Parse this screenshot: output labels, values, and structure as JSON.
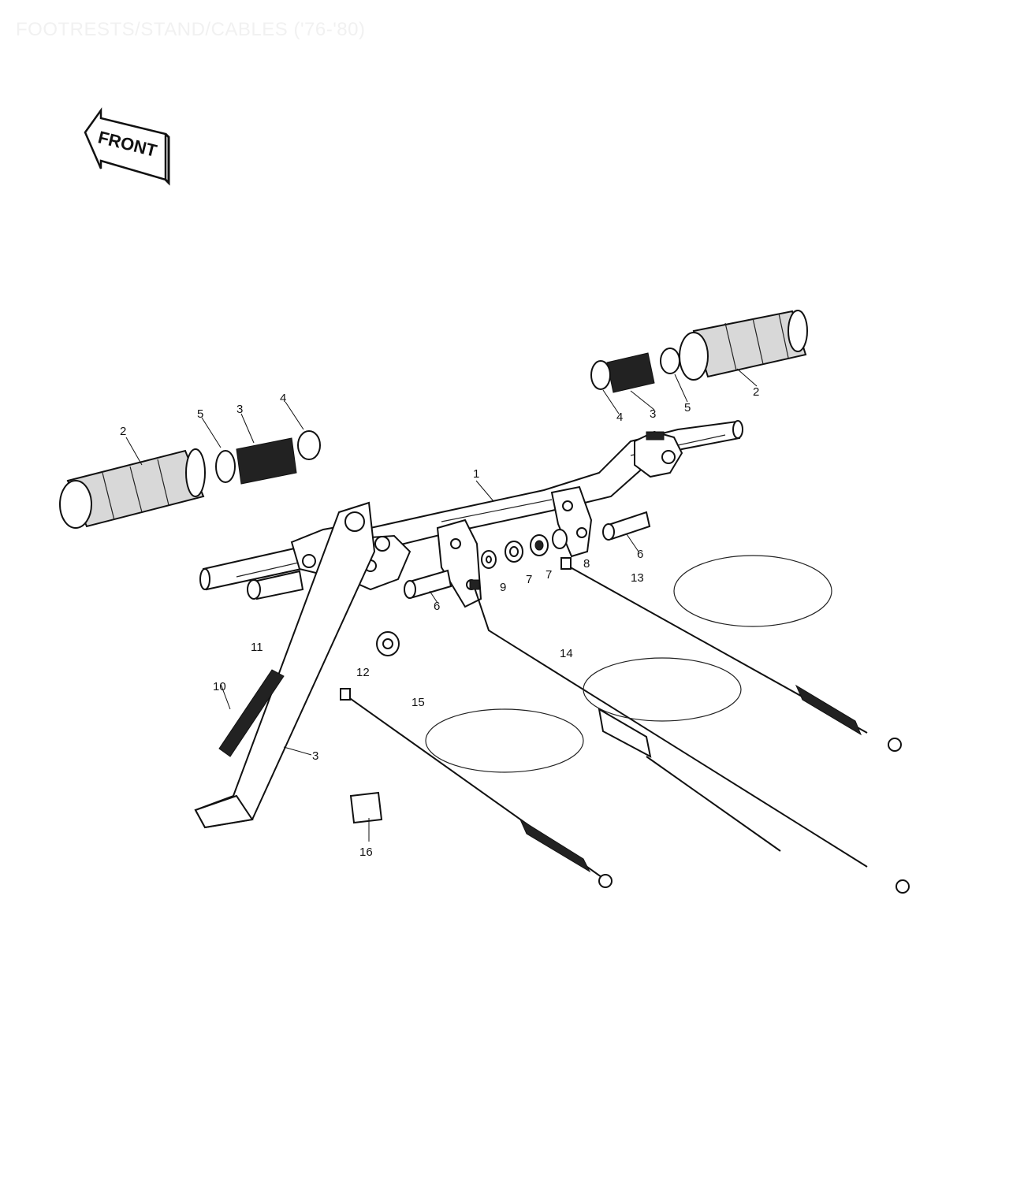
{
  "header": {
    "title": "FOOTRESTS/STAND/CABLES ('76-'80)"
  },
  "orientation": {
    "front_label": "FRONT",
    "icon": "front-arrow-icon"
  },
  "callouts": {
    "c1": "1",
    "c2_left": "2",
    "c2_right": "2",
    "c3_left": "3",
    "c3_right": "3",
    "c4_left": "4",
    "c4_right": "4",
    "c5_left": "5",
    "c5_right": "5",
    "c6_left": "6",
    "c6_right": "6",
    "c7_a": "7",
    "c7_b": "7",
    "c8": "8",
    "c9": "9",
    "c10": "10",
    "c11": "11",
    "c12": "12",
    "c13": "13",
    "c14": "14",
    "c15": "15",
    "c16": "16",
    "c_stand": "3"
  }
}
